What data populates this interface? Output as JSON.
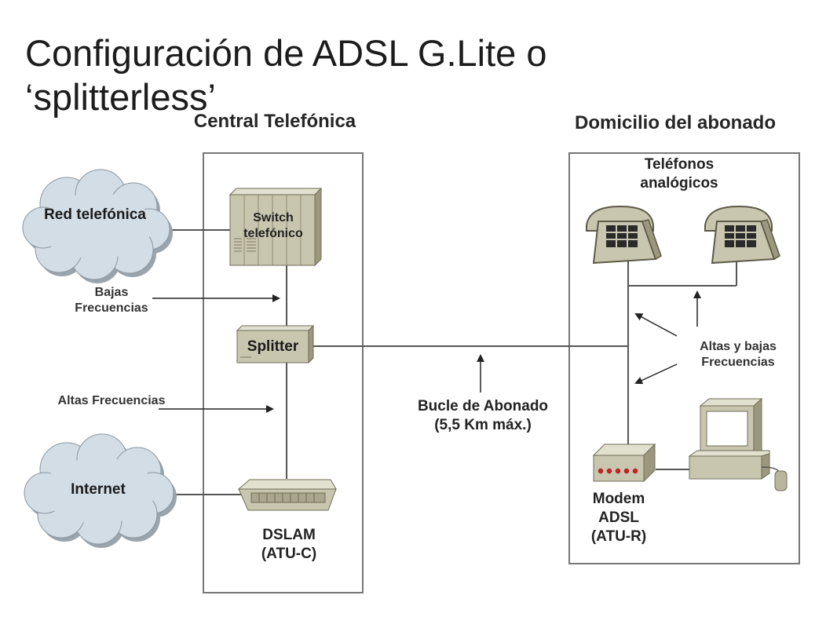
{
  "title": "Configuración de ADSL G.Lite o ‘splitterless’",
  "sections": {
    "central": "Central Telefónica",
    "domicilio": "Domicilio del abonado"
  },
  "clouds": {
    "red": "Red telefónica",
    "internet": "Internet"
  },
  "devices": {
    "switch": "Switch telefónico",
    "splitter": "Splitter",
    "dslam": "DSLAM (ATU-C)",
    "telefonos": "Teléfonos analógicos",
    "modem": "Modem ADSL (ATU-R)"
  },
  "annotations": {
    "bajas": "Bajas Frecuencias",
    "altas": "Altas Frecuencias",
    "altas_bajas": "Altas y bajas Frecuencias",
    "bucle": "Bucle de Abonado (5,5 Km máx.)"
  },
  "colors": {
    "device_fill": "#c9c6b0",
    "device_dark": "#9c987f",
    "cloud_fill": "#d3dde6",
    "line": "#555555",
    "led": "#cc2222"
  }
}
